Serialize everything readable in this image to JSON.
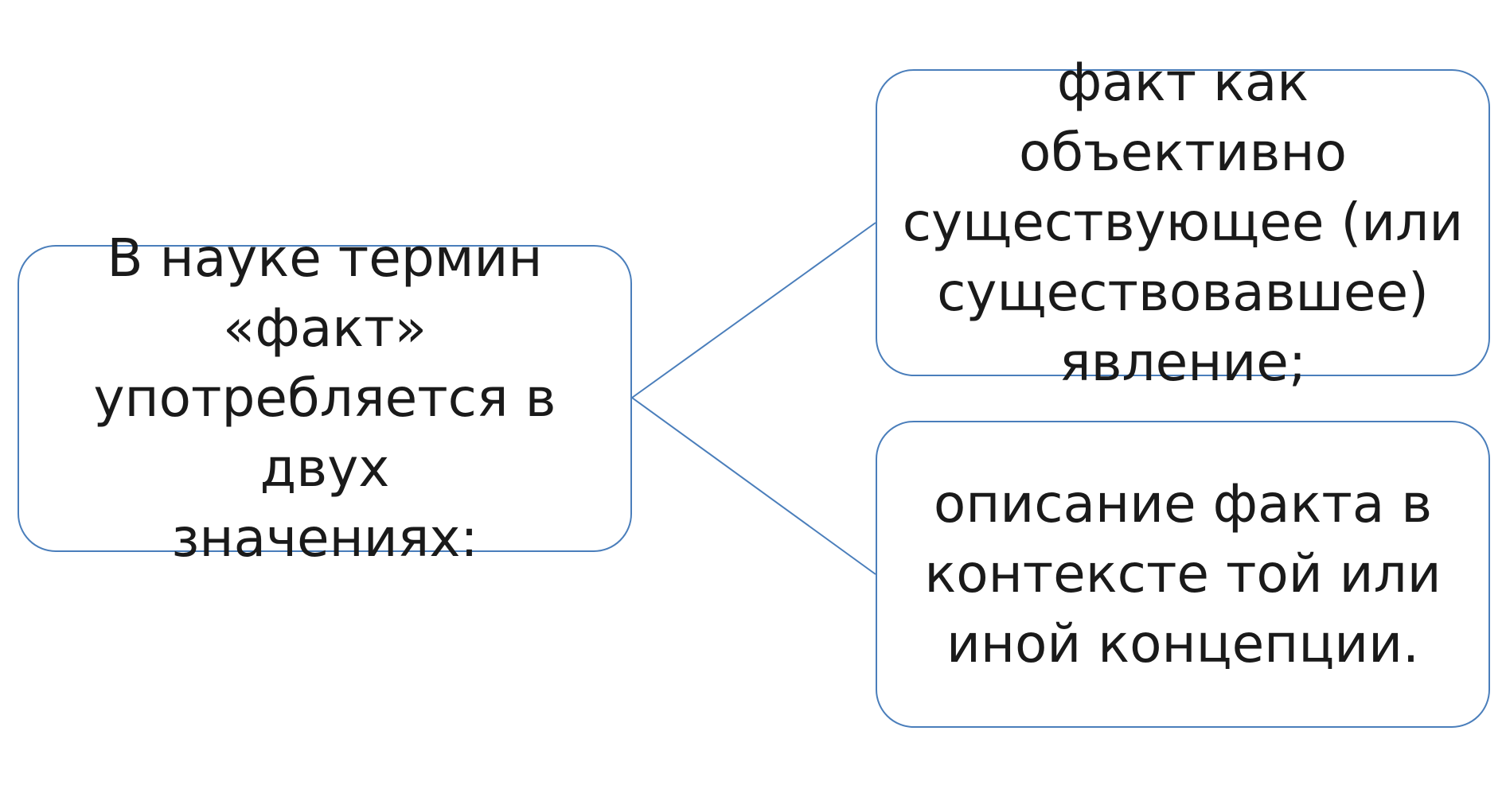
{
  "diagram": {
    "root": {
      "text": "В науке термин\n«факт»\nупотребляется в двух\nзначениях:"
    },
    "branches": [
      {
        "text": "факт как объективно\nсуществующее (или\nсуществовавшее)\nявление;"
      },
      {
        "text": "описание факта в\nконтексте той или\nиной концепции."
      }
    ],
    "colors": {
      "border": "#4a7ebb",
      "connector": "#4a7ebb",
      "text": "#1a1a1a"
    }
  }
}
